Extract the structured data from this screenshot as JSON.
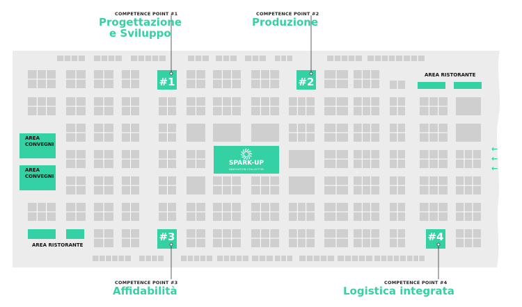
{
  "colors": {
    "accent": "#34d1a5",
    "floor": "#ececec",
    "booth": "#cfcfcf",
    "line": "#ffffff"
  },
  "competence_points": [
    {
      "id": "cp1",
      "small": "COMPETENCE POINT #1",
      "name_line1": "Progettazione",
      "name_line2": "e Sviluppo",
      "number": "#1"
    },
    {
      "id": "cp2",
      "small": "COMPETENCE POINT #2",
      "name_line1": "Produzione",
      "number": "#2"
    },
    {
      "id": "cp3",
      "small": "COMPETENCE POINT #3",
      "name_line1": "Affidabilità",
      "number": "#3"
    },
    {
      "id": "cp4",
      "small": "COMPETENCE POINT #4",
      "name_line1": "Logistica integrata",
      "number": "#4"
    }
  ],
  "areas": {
    "ristorante_right": "AREA RISTORANTE",
    "ristorante_left": "AREA RISTORANTE",
    "convegni_1": [
      "AREA",
      "CONVEGNI"
    ],
    "convegni_2": [
      "AREA",
      "CONVEGNI"
    ]
  },
  "sparkup": {
    "title": "SPARK-UP",
    "subtitle": "INNOVATION COLLECTOR",
    "icon": "burst-icon"
  },
  "entrance": {
    "icon": "arrow-left-icon",
    "glyph": "←"
  }
}
